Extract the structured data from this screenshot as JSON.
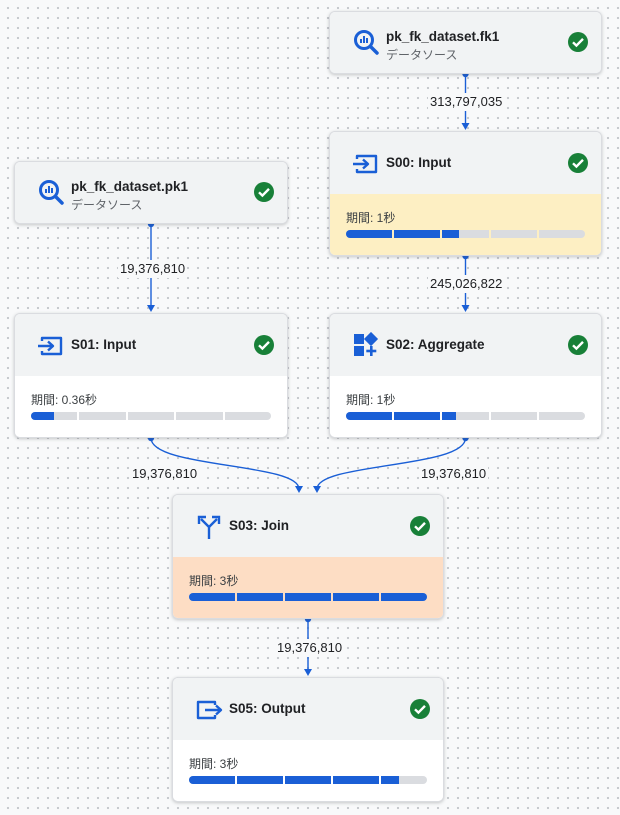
{
  "colors": {
    "accent_blue": "#1a5fd6",
    "success_green": "#188038",
    "card_header": "#f1f3f4",
    "highlight_yellow": "#fdefc3",
    "highlight_orange": "#fdddc4"
  },
  "nodes": [
    {
      "id": "fk1",
      "kind": "source",
      "title": "pk_fk_dataset.fk1",
      "subtitle": "データソース",
      "icon": "bigquery-search-icon",
      "status": "completed"
    },
    {
      "id": "pk1",
      "kind": "source",
      "title": "pk_fk_dataset.pk1",
      "subtitle": "データソース",
      "icon": "bigquery-search-icon",
      "status": "completed"
    },
    {
      "id": "s00",
      "kind": "stage",
      "title": "S00: Input",
      "icon": "input-icon",
      "status": "completed",
      "duration_label": "期間: 1秒",
      "progress": 0.47,
      "highlight": "yellow"
    },
    {
      "id": "s01",
      "kind": "stage",
      "title": "S01: Input",
      "icon": "input-icon",
      "status": "completed",
      "duration_label": "期間: 0.36秒",
      "progress": 0.1,
      "highlight": "none"
    },
    {
      "id": "s02",
      "kind": "stage",
      "title": "S02: Aggregate",
      "icon": "aggregate-icon",
      "status": "completed",
      "duration_label": "期間: 1秒",
      "progress": 0.46,
      "highlight": "none"
    },
    {
      "id": "s03",
      "kind": "stage",
      "title": "S03: Join",
      "icon": "join-icon",
      "status": "completed",
      "duration_label": "期間: 3秒",
      "progress": 1.0,
      "highlight": "orange"
    },
    {
      "id": "s05",
      "kind": "stage",
      "title": "S05: Output",
      "icon": "output-icon",
      "status": "completed",
      "duration_label": "期間: 3秒",
      "progress": 0.88,
      "highlight": "none"
    }
  ],
  "edges": [
    {
      "from": "fk1",
      "to": "s00",
      "label": "313,797,035"
    },
    {
      "from": "s00",
      "to": "s02",
      "label": "245,026,822"
    },
    {
      "from": "pk1",
      "to": "s01",
      "label": "19,376,810"
    },
    {
      "from": "s01",
      "to": "s03",
      "label": "19,376,810"
    },
    {
      "from": "s02",
      "to": "s03",
      "label": "19,376,810"
    },
    {
      "from": "s03",
      "to": "s05",
      "label": "19,376,810"
    }
  ]
}
